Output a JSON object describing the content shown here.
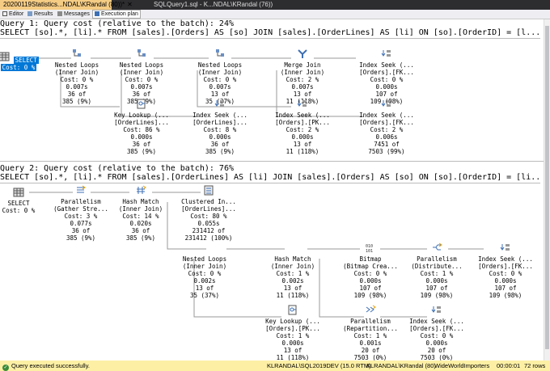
{
  "tabs": [
    {
      "label": "20200119Statistics...NDAL\\KRandal (80))*",
      "close": "✕",
      "active": true
    },
    {
      "label": "SQLQuery1.sql - K...NDAL\\KRandal (76))",
      "close": "",
      "active": false
    }
  ],
  "toolbar": {
    "editor": "Editor",
    "results": "Results",
    "messages": "Messages",
    "execution_plan": "Execution plan"
  },
  "query1": {
    "header": "Query 1: Query cost (relative to the batch): 24%",
    "sql": "SELECT [so].*, [li].* FROM [sales].[Orders] AS [so] JOIN [sales].[OrderLines] AS [li] ON [so].[OrderID] = [l..."
  },
  "query2": {
    "header": "Query 2: Query cost (relative to the batch): 76%",
    "sql": "SELECT [so].*, [li].* FROM [sales].[OrderLines] AS [li] JOIN [sales].[Orders] AS [so] ON [so].[OrderID] = [li..."
  },
  "plan1": {
    "select": {
      "title": "SELECT",
      "cost": "Cost: 0 %"
    },
    "nl1": {
      "l1": "Nested Loops",
      "l2": "(Inner Join)",
      "cost": "Cost: 0 %",
      "time": "0.007s",
      "rows": "36 of",
      "est": "385 (9%)"
    },
    "nl2": {
      "l1": "Nested Loops",
      "l2": "(Inner Join)",
      "cost": "Cost: 0 %",
      "time": "0.007s",
      "rows": "36 of",
      "est": "385 (9%)"
    },
    "nl3": {
      "l1": "Nested Loops",
      "l2": "(Inner Join)",
      "cost": "Cost: 0 %",
      "time": "0.007s",
      "rows": "13 of",
      "est": "35 (37%)"
    },
    "mj": {
      "l1": "Merge Join",
      "l2": "(Inner Join)",
      "cost": "Cost: 2 %",
      "time": "0.007s",
      "rows": "13 of",
      "est": "11 (118%)"
    },
    "is1": {
      "l1": "Index Seek (...",
      "l2": "[Orders].[FK...",
      "cost": "Cost: 0 %",
      "time": "0.000s",
      "rows": "107 of",
      "est": "109 (98%)"
    },
    "kl1": {
      "l1": "Key Lookup (...",
      "l2": "[OrderLines]...",
      "cost": "Cost: 86 %",
      "time": "0.000s",
      "rows": "36 of",
      "est": "385 (9%)"
    },
    "is2": {
      "l1": "Index Seek (...",
      "l2": "[OrderLines]...",
      "cost": "Cost: 8 %",
      "time": "0.000s",
      "rows": "36 of",
      "est": "385 (9%)"
    },
    "is3": {
      "l1": "Index Seek (...",
      "l2": "[Orders].[PK...",
      "cost": "Cost: 2 %",
      "time": "0.000s",
      "rows": "13 of",
      "est": "11 (118%)"
    },
    "is4": {
      "l1": "Index Seek (...",
      "l2": "[Orders].[FK...",
      "cost": "Cost: 2 %",
      "time": "0.006s",
      "rows": "7451 of",
      "est": "7503 (99%)"
    }
  },
  "plan2": {
    "select": {
      "title": "SELECT",
      "cost": "Cost: 0 %"
    },
    "par1": {
      "l1": "Parallelism",
      "l2": "(Gather Stre...",
      "cost": "Cost: 3 %",
      "time": "0.077s",
      "rows": "36 of",
      "est": "385 (9%)"
    },
    "hm1": {
      "l1": "Hash Match",
      "l2": "(Inner Join)",
      "cost": "Cost: 14 %",
      "time": "0.020s",
      "rows": "36 of",
      "est": "385 (9%)"
    },
    "ci": {
      "l1": "Clustered In...",
      "l2": "[OrderLines]...",
      "cost": "Cost: 80 %",
      "time": "0.055s",
      "rows": "231412 of",
      "est": "231412 (100%)"
    },
    "nl": {
      "l1": "Nested Loops",
      "l2": "(Inner Join)",
      "cost": "Cost: 0 %",
      "time": "0.002s",
      "rows": "13 of",
      "est": "35 (37%)"
    },
    "hm2": {
      "l1": "Hash Match",
      "l2": "(Inner Join)",
      "cost": "Cost: 1 %",
      "time": "0.002s",
      "rows": "13 of",
      "est": "11 (118%)"
    },
    "bm": {
      "l1": "Bitmap",
      "l2": "(Bitmap Crea...",
      "cost": "Cost: 0 %",
      "time": "0.000s",
      "rows": "107 of",
      "est": "109 (98%)"
    },
    "par2": {
      "l1": "Parallelism",
      "l2": "(Distribute...",
      "cost": "Cost: 1 %",
      "time": "0.000s",
      "rows": "107 of",
      "est": "109 (98%)"
    },
    "is1": {
      "l1": "Index Seek (...",
      "l2": "[Orders].[FK...",
      "cost": "Cost: 0 %",
      "time": "0.000s",
      "rows": "107 of",
      "est": "109 (98%)"
    },
    "kl": {
      "l1": "Key Lookup (...",
      "l2": "[Orders].[PK...",
      "cost": "Cost: 1 %",
      "time": "0.000s",
      "rows": "13 of",
      "est": "11 (118%)"
    },
    "par3": {
      "l1": "Parallelism",
      "l2": "(Repartition...",
      "cost": "Cost: 1 %",
      "time": "0.001s",
      "rows": "20 of",
      "est": "7503 (0%)"
    },
    "is2": {
      "l1": "Index Seek (...",
      "l2": "[Orders].[FK...",
      "cost": "Cost: 0 %",
      "time": "0.000s",
      "rows": "20 of",
      "est": "7503 (0%)"
    }
  },
  "status": {
    "message": "Query executed successfully.",
    "server": "KLRANDAL\\SQL2019DEV (15.0 RTM)",
    "user": "KLRANDAL\\KRandal (80)",
    "database": "WideWorldImporters",
    "elapsed": "00:00:01",
    "rows": "72 rows"
  }
}
